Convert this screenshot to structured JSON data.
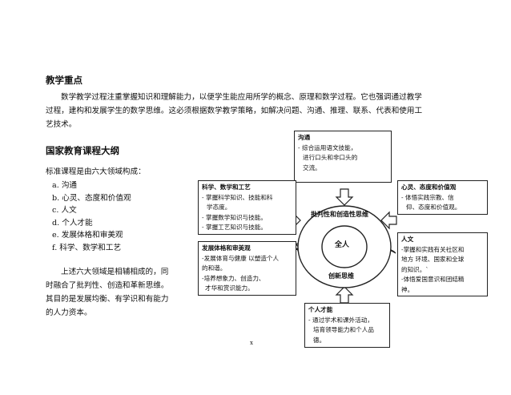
{
  "section1": {
    "title": "教学重点",
    "para_lines": [
      "数学教学过程注重掌握知识和理解能力，以便学生能应用所学的概念、原理和数学过程。它也强调通过教学",
      "过程，建构和发展学生的数学思维。这必须根据数学教学策略，如解决问题、沟通、推理、联系、代表和使用工",
      "艺技术。"
    ]
  },
  "section2": {
    "title": "国家教育课程大纲",
    "intro": "标准课程是由六大领域构成：",
    "items": [
      "a. 沟通",
      "b. 心灵、态度和价值观",
      "c. 人文",
      "d. 个人才能",
      "e. 发展体格和审美观",
      "f. 科学、数学和工艺"
    ],
    "summary_lines": [
      "上述六大领域是相辅相成的，同",
      "时融合了批判性、创造和革新思维。",
      "其目的是发展均衡、有学识和有能力",
      "的人力资本。"
    ]
  },
  "diagram": {
    "center": "全人",
    "label_top": "批判性和创造性思维",
    "label_bottom": "创新思维",
    "boxes": {
      "communication": {
        "title": "沟通",
        "lines": [
          "- 综合运用语文技能，",
          "进行口头和非口头的",
          "交流。"
        ]
      },
      "science": {
        "title": "科学、数学和工艺",
        "lines": [
          "- 掌握科学知识、技能和科",
          "学态度。",
          "- 掌握数学知识与技能。",
          "- 掌握工艺知识与技能。"
        ]
      },
      "spirit": {
        "title": "心灵、态度和价值观",
        "lines": [
          "- 体悟实践宗教、信",
          "仰、态度和价值观。"
        ]
      },
      "physical": {
        "title": "发展体格和审美观",
        "lines": [
          "-发展体育与健康 以塑造个人",
          "的和谐。",
          "-培养想象力、创造力、",
          "才华和赏识能力。"
        ]
      },
      "humanities": {
        "title": "人文",
        "lines": [
          "-掌握和实践有关社区和",
          "地方 环境、国家和全球",
          "的知识。`",
          "-体悟爱国意识和团结精",
          "神。"
        ]
      },
      "personal": {
        "title": "个人才能",
        "lines": [
          "- 通过学术和课外活动，",
          "培育领导能力和个人品",
          "德。"
        ]
      }
    },
    "colors": {
      "ring": "#222222",
      "arrow_fill": "#ffffff",
      "box_border": "#222222"
    }
  },
  "page_number": "x"
}
